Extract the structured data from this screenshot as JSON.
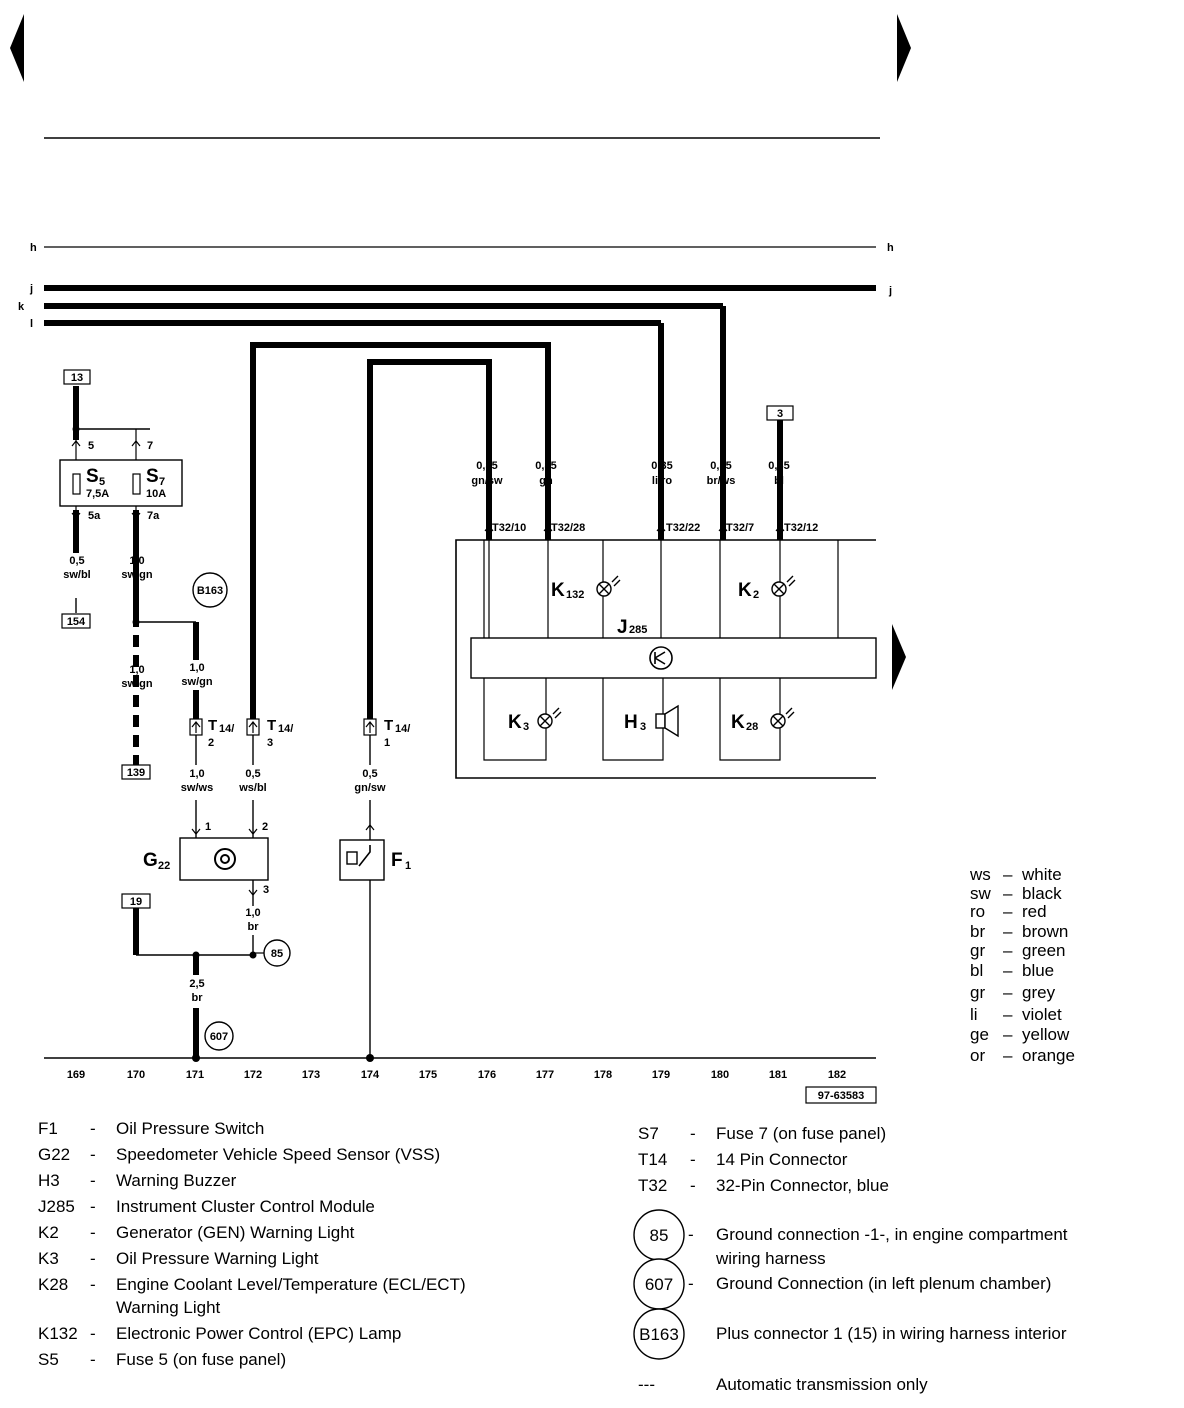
{
  "rails": {
    "h": "h",
    "h_right": "h",
    "j": "j",
    "j_right": "j",
    "k": "k",
    "l": "l"
  },
  "refs": {
    "r13": "13",
    "r3": "3",
    "r154": "154",
    "r139": "139",
    "r19": "19",
    "doc_id": "97-63583"
  },
  "grounds": {
    "g85": "85",
    "g607": "607",
    "b163": "B163"
  },
  "fuses": {
    "s5": {
      "name": "S",
      "sub": "5",
      "rating": "7,5A",
      "in_pin": "5",
      "out_pin": "5a"
    },
    "s7": {
      "name": "S",
      "sub": "7",
      "rating": "10A",
      "in_pin": "7",
      "out_pin": "7a"
    }
  },
  "wires": [
    {
      "size": "0,5",
      "color": "sw/bl"
    },
    {
      "size": "1,0",
      "color": "sw/gn"
    },
    {
      "size": "1,0",
      "color": "sw/gn"
    },
    {
      "size": "1,0",
      "color": "sw/gn"
    },
    {
      "size": "1,0",
      "color": "sw/ws"
    },
    {
      "size": "0,5",
      "color": "ws/bl"
    },
    {
      "size": "0,5",
      "color": "gn/sw"
    },
    {
      "size": "1,0",
      "color": "br"
    },
    {
      "size": "2,5",
      "color": "br"
    },
    {
      "size": "0,35",
      "color": "gn/sw"
    },
    {
      "size": "0,35",
      "color": "gn"
    },
    {
      "size": "0,35",
      "color": "li/ro"
    },
    {
      "size": "0,35",
      "color": "br/ws"
    },
    {
      "size": "0,35",
      "color": "bl"
    }
  ],
  "connectors": {
    "t14_2": {
      "name": "T",
      "sub": "14/",
      "pin": "2"
    },
    "t14_3": {
      "name": "T",
      "sub": "14/",
      "pin": "3"
    },
    "t14_1": {
      "name": "T",
      "sub": "14/",
      "pin": "1"
    },
    "t32": [
      "T32/10",
      "T32/28",
      "T32/22",
      "T32/7",
      "T32/12"
    ]
  },
  "components": {
    "j285": {
      "name": "J",
      "sub": "285"
    },
    "k132": {
      "name": "K",
      "sub": "132"
    },
    "k2": {
      "name": "K",
      "sub": "2"
    },
    "k3": {
      "name": "K",
      "sub": "3"
    },
    "h3": {
      "name": "H",
      "sub": "3"
    },
    "k28": {
      "name": "K",
      "sub": "28"
    },
    "g22": {
      "name": "G",
      "sub": "22",
      "pin1": "1",
      "pin2": "2",
      "pin3": "3"
    },
    "f1": {
      "name": "F",
      "sub": "1"
    }
  },
  "tracks": [
    "169",
    "170",
    "171",
    "172",
    "173",
    "174",
    "175",
    "176",
    "177",
    "178",
    "179",
    "180",
    "181",
    "182"
  ],
  "color_key": [
    {
      "code": "ws",
      "dash": "–",
      "name": "white"
    },
    {
      "code": "sw",
      "dash": "–",
      "name": "black"
    },
    {
      "code": "ro",
      "dash": "–",
      "name": "red"
    },
    {
      "code": "br",
      "dash": "–",
      "name": "brown"
    },
    {
      "code": "gr",
      "dash": "–",
      "name": "green"
    },
    {
      "code": "bl",
      "dash": "–",
      "name": "blue"
    },
    {
      "code": "gr",
      "dash": "–",
      "name": "grey"
    },
    {
      "code": "li",
      "dash": "–",
      "name": "violet"
    },
    {
      "code": "ge",
      "dash": "–",
      "name": "yellow"
    },
    {
      "code": "or",
      "dash": "–",
      "name": "orange"
    }
  ],
  "legend_left": [
    {
      "code": "F1",
      "dash": "-",
      "desc": "Oil Pressure Switch"
    },
    {
      "code": "G22",
      "dash": "-",
      "desc": "Speedometer Vehicle Speed Sensor (VSS)"
    },
    {
      "code": "H3",
      "dash": "-",
      "desc": "Warning Buzzer"
    },
    {
      "code": "J285",
      "dash": "-",
      "desc": "Instrument Cluster Control Module"
    },
    {
      "code": "K2",
      "dash": "-",
      "desc": "Generator (GEN) Warning Light"
    },
    {
      "code": "K3",
      "dash": "-",
      "desc": "Oil Pressure Warning Light"
    },
    {
      "code": "K28",
      "dash": "-",
      "desc": "Engine Coolant Level/Temperature (ECL/ECT)"
    },
    {
      "code": "",
      "dash": "",
      "desc": "Warning Light"
    },
    {
      "code": "K132",
      "dash": "-",
      "desc": "Electronic Power Control (EPC) Lamp"
    },
    {
      "code": "S5",
      "dash": "-",
      "desc": "Fuse 5 (on fuse panel)"
    }
  ],
  "legend_right": [
    {
      "code": "S7",
      "dash": "-",
      "desc": "Fuse 7 (on fuse panel)"
    },
    {
      "code": "T14",
      "dash": "-",
      "desc": "14 Pin Connector"
    },
    {
      "code": "T32",
      "dash": "-",
      "desc": "32-Pin Connector, blue"
    }
  ],
  "legend_grounds": [
    {
      "sym": "85",
      "dash": "-",
      "desc": "Ground connection -1-, in engine compartment",
      "desc2": "wiring harness"
    },
    {
      "sym": "607",
      "dash": "-",
      "desc": "Ground Connection (in left plenum chamber)",
      "desc2": ""
    },
    {
      "sym": "B163",
      "dash": "-",
      "desc": "Plus connector 1 (15) in wiring harness interior",
      "desc2": ""
    }
  ],
  "legend_dashed": {
    "sym": "---",
    "desc": "Automatic transmission only"
  }
}
